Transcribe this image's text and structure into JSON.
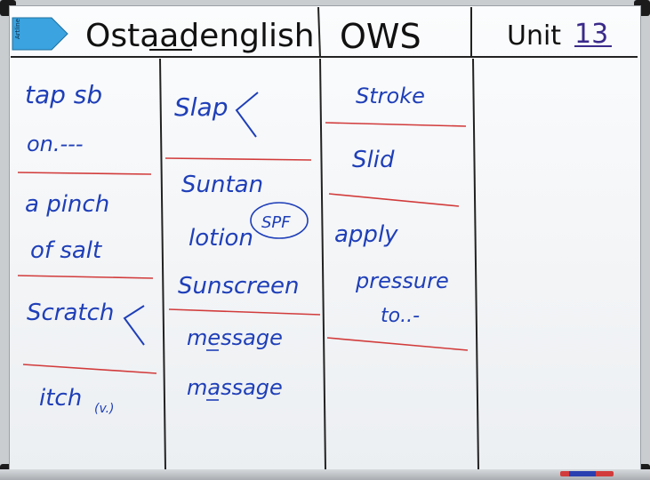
{
  "header": {
    "brand": "Ostaadenglish",
    "middle": "OWS",
    "unit_label": "Unit",
    "unit_number": "13"
  },
  "eraser": {
    "label": "Artline"
  },
  "columns": [
    {
      "items": [
        "tap sb",
        "on.---",
        "a pinch",
        "of salt",
        "Scratch",
        "itch",
        "(v.)"
      ]
    },
    {
      "items": [
        "Slap",
        "Suntan",
        "lotion",
        "SPF",
        "Sunscreen",
        "message",
        "massage"
      ]
    },
    {
      "items": [
        "Stroke",
        "Slid",
        "apply",
        "pressure",
        "to..-"
      ]
    },
    {
      "items": []
    }
  ],
  "colors": {
    "ink_blue": "#1f3fb8",
    "ink_black": "#111111",
    "ink_red": "#d23b3b",
    "eraser_blue": "#3aa3e0"
  }
}
